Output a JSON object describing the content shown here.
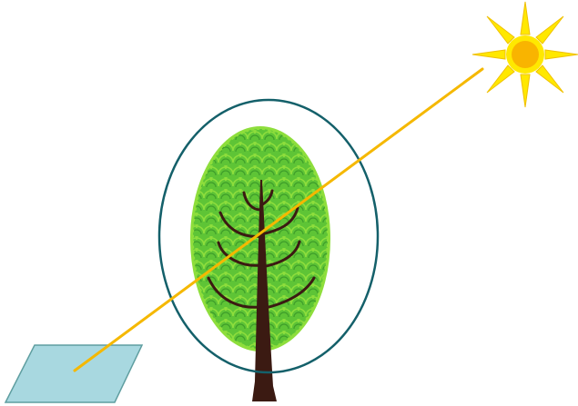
{
  "diagram": {
    "elements": [
      {
        "id": "ground-plane",
        "kind": "parallelogram",
        "icon": "ground-plane-icon"
      },
      {
        "id": "tree",
        "kind": "tree",
        "icon": "tree-icon"
      },
      {
        "id": "boundary-ellipse",
        "kind": "ellipse",
        "icon": "ellipse-outline"
      },
      {
        "id": "sun",
        "kind": "sun",
        "icon": "sun-icon"
      },
      {
        "id": "sun-ray",
        "kind": "line",
        "icon": "ray-line"
      }
    ],
    "colors": {
      "background": "#ffffff",
      "plane_fill": "#a8d8e0",
      "plane_stroke": "#5f9ea0",
      "ellipse_stroke": "#14606a",
      "foliage_light": "#8ede3c",
      "foliage_mid": "#5ec436",
      "foliage_dark": "#3e9e2a",
      "trunk": "#3b1a12",
      "sun_core": "#f9b400",
      "sun_rays": "#ffe800",
      "sun_ray_stroke": "#f0c000",
      "ray_line": "#f5b800"
    }
  }
}
